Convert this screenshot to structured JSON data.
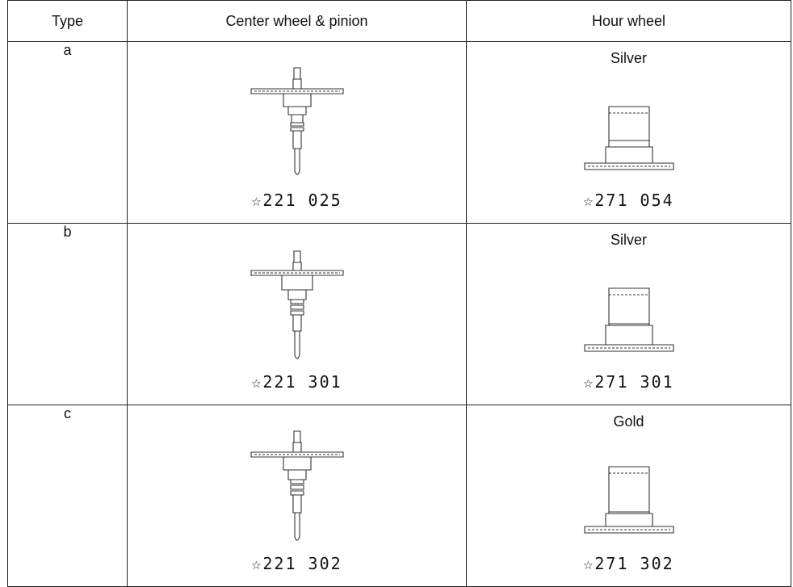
{
  "table": {
    "headers": [
      "Type",
      "Center wheel & pinion",
      "Hour wheel"
    ],
    "rows": [
      {
        "type": "a",
        "center_part": "☆221 025",
        "hour_color": "Silver",
        "hour_part": "☆271 054"
      },
      {
        "type": "b",
        "center_part": "☆221 301",
        "hour_color": "Silver",
        "hour_part": "☆271 301"
      },
      {
        "type": "c",
        "center_part": "☆221 302",
        "hour_color": "Gold",
        "hour_part": "☆271 302"
      }
    ]
  },
  "icons": {
    "center": "center-wheel-pinion-drawing",
    "hour": "hour-wheel-drawing"
  }
}
